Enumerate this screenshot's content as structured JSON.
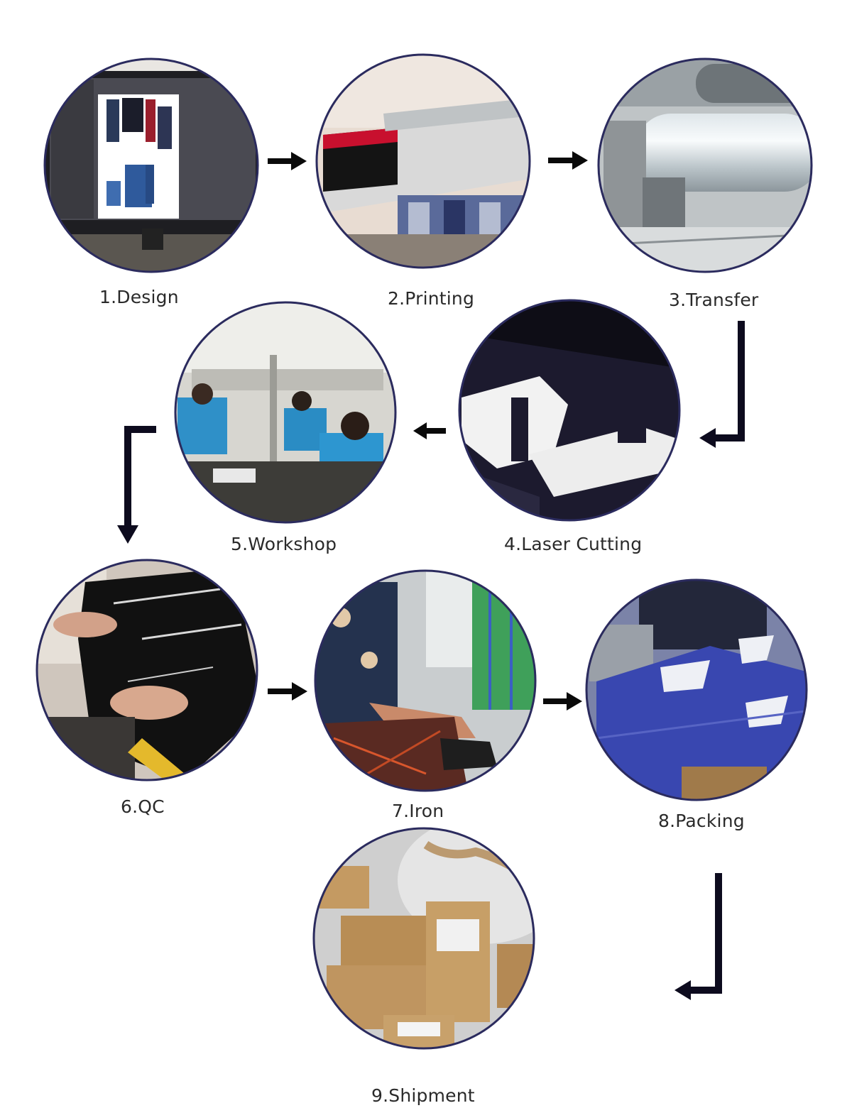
{
  "steps": [
    {
      "id": 1,
      "label": "1.Design",
      "icon": "computer-monitor-design-photo"
    },
    {
      "id": 2,
      "label": "2.Printing",
      "icon": "large-format-printer-photo"
    },
    {
      "id": 3,
      "label": "3.Transfer",
      "icon": "heat-transfer-roller-photo"
    },
    {
      "id": 4,
      "label": "4.Laser Cutting",
      "icon": "laser-cut-fabric-photo"
    },
    {
      "id": 5,
      "label": "5.Workshop",
      "icon": "sewing-workshop-photo"
    },
    {
      "id": 6,
      "label": "6.QC",
      "icon": "quality-check-photo"
    },
    {
      "id": 7,
      "label": "7.Iron",
      "icon": "ironing-photo"
    },
    {
      "id": 8,
      "label": "8.Packing",
      "icon": "packed-garments-photo"
    },
    {
      "id": 9,
      "label": "9.Shipment",
      "icon": "cardboard-boxes-photo"
    }
  ],
  "colors": {
    "circle_border": "#2b2b5e",
    "arrow": "#0a0a0a",
    "connector": "#0d0b1e",
    "label_text": "#2a2a2a"
  }
}
